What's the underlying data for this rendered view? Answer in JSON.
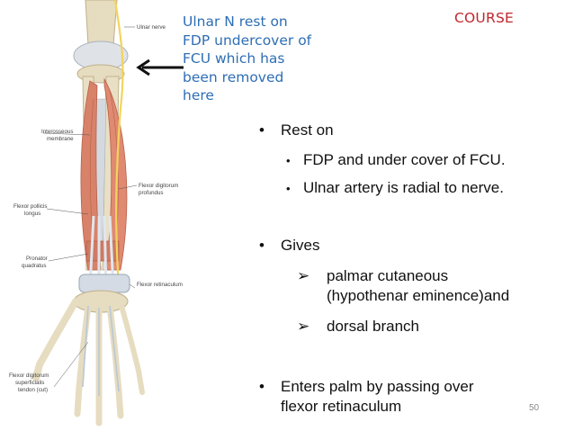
{
  "course_title": "COURSE",
  "callout_lines": [
    "Ulnar N rest on",
    "FDP undercover of",
    "FCU which has",
    "been removed",
    "here"
  ],
  "figure_labels": {
    "ulnar_nerve": "Ulnar nerve",
    "interosseous_1": "Interosseous",
    "interosseous_2": "membrane",
    "fdp_1": "Flexor digitorum",
    "fdp_2": "profundus",
    "fpl_1": "Flexor pollicis",
    "fpl_2": "longus",
    "pronator_1": "Pronator",
    "pronator_2": "quadratus",
    "retinaculum": "Flexor retinaculum",
    "fds_1": "Flexor digitorum",
    "fds_2": "superficialis",
    "fds_3": "tendon (cut)"
  },
  "bullets": {
    "b1": "Rest on",
    "b1a": "FDP and  under cover of FCU.",
    "b1b": "Ulnar artery is radial to nerve.",
    "b2": "Gives",
    "b2a_1": "palmar cutaneous",
    "b2a_2": "(hypothenar eminence)and",
    "b2b": "dorsal branch",
    "b3_1": "Enters palm by passing over",
    "b3_2": "flexor retinaculum"
  },
  "page_number": "50",
  "colors": {
    "callout": "#2e6eb5",
    "course": "#c0272d",
    "muscle": "#d9826a",
    "bone": "#e8ddc0"
  }
}
